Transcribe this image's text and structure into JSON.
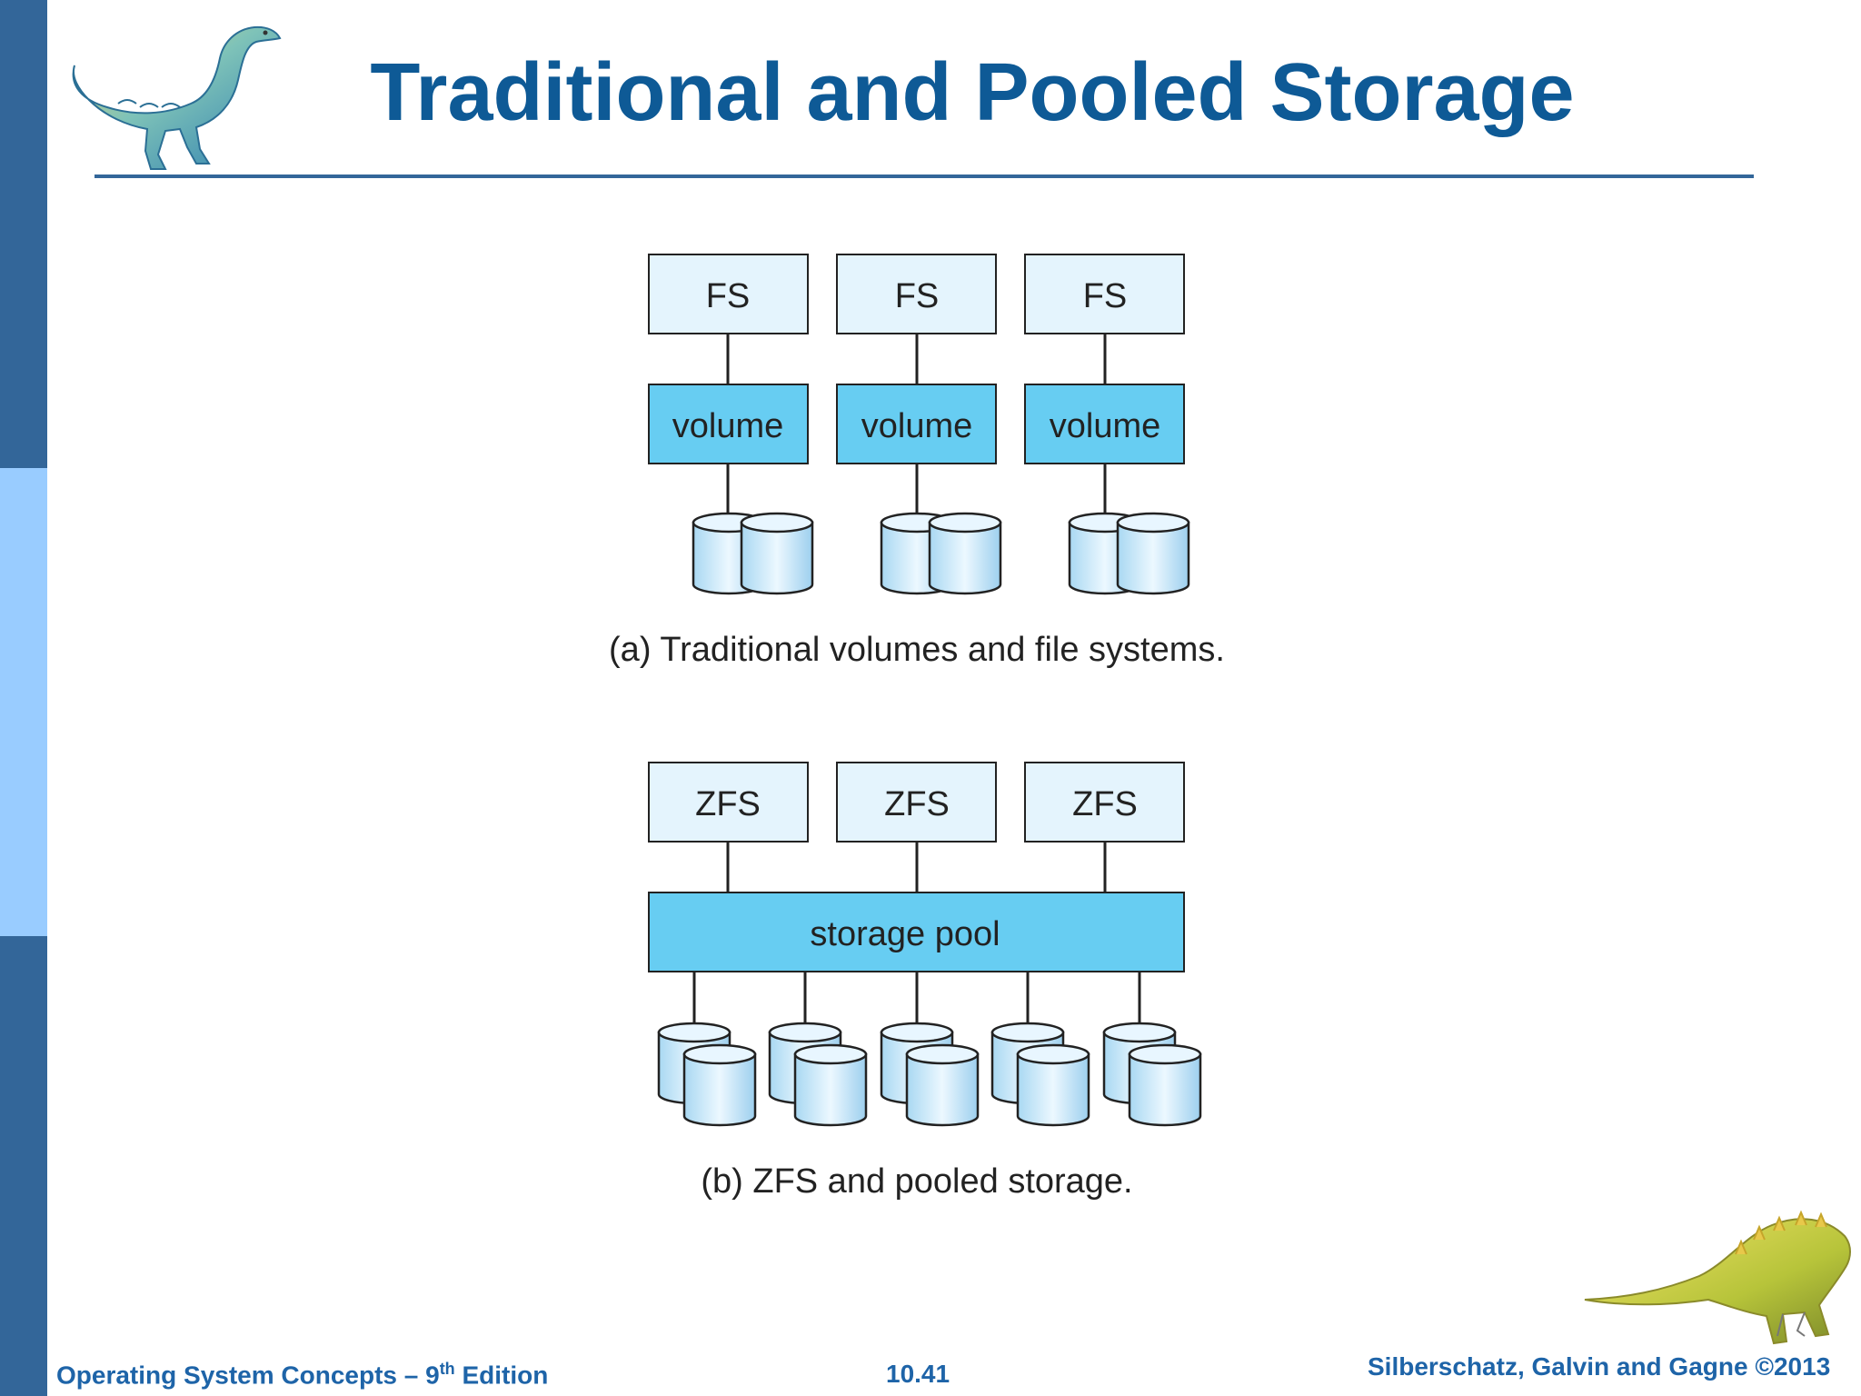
{
  "slide": {
    "title": "Traditional and Pooled Storage"
  },
  "diagram_a": {
    "fs_label": "FS",
    "volume_label": "volume",
    "caption": "(a) Traditional volumes and file systems."
  },
  "diagram_b": {
    "zfs_label": "ZFS",
    "pool_label": "storage pool",
    "caption": "(b) ZFS and pooled storage."
  },
  "footer": {
    "book_title": "Operating System Concepts – 9",
    "edition_sup": "th",
    "edition_word": " Edition",
    "slide_number": "10.41",
    "copyright": "Silberschatz, Galvin and Gagne ©2013"
  },
  "colors": {
    "title": "#0e5a96",
    "sidebar_dark": "#336699",
    "sidebar_light": "#99ccff",
    "box_light": "#e4f4fd",
    "box_cyan": "#67cdf2",
    "disk_fill": "#c8e8f8"
  },
  "icons": [
    "dinosaur-logo-icon",
    "dinosaur-corner-icon",
    "disk-cylinder-icon"
  ]
}
